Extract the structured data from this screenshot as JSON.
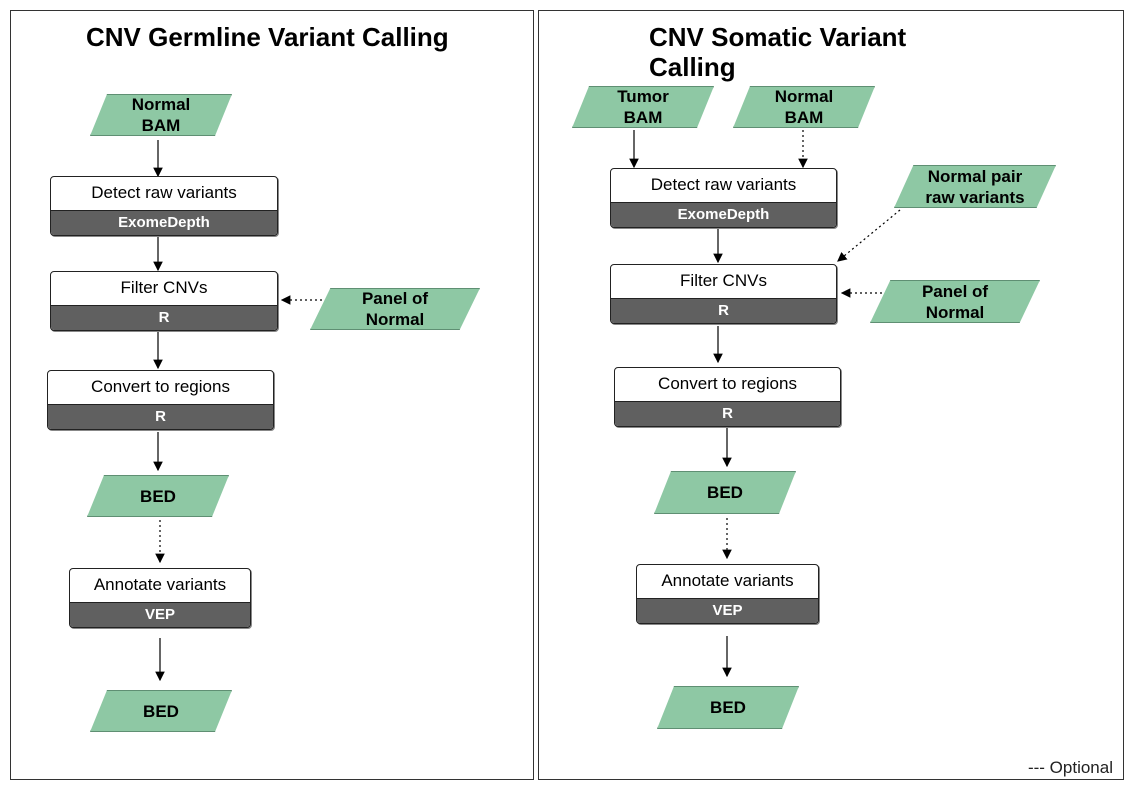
{
  "germline": {
    "title": "CNV Germline Variant Calling",
    "input": "Normal\nBAM",
    "detect": {
      "label": "Detect raw variants",
      "tool": "ExomeDepth"
    },
    "filter": {
      "label": "Filter CNVs",
      "tool": "R"
    },
    "pon": "Panel of\nNormal",
    "convert": {
      "label": "Convert to regions",
      "tool": "R"
    },
    "bed1": "BED",
    "annotate": {
      "label": "Annotate variants",
      "tool": "VEP"
    },
    "bed2": "BED"
  },
  "somatic": {
    "title": "CNV Somatic Variant\nCalling",
    "tumor": "Tumor\nBAM",
    "normal": "Normal\nBAM",
    "detect": {
      "label": "Detect raw variants",
      "tool": "ExomeDepth"
    },
    "pair": "Normal pair\nraw variants",
    "filter": {
      "label": "Filter CNVs",
      "tool": "R"
    },
    "pon": "Panel of\nNormal",
    "convert": {
      "label": "Convert to regions",
      "tool": "R"
    },
    "bed1": "BED",
    "annotate": {
      "label": "Annotate variants",
      "tool": "VEP"
    },
    "bed2": "BED"
  },
  "legend": "--- Optional",
  "colors": {
    "data_fill": "#8ec8a4",
    "tool_bar": "#606060"
  }
}
